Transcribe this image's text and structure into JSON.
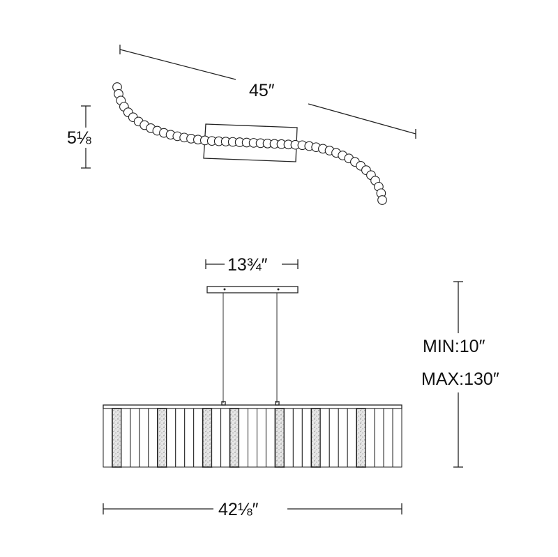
{
  "top_view": {
    "length_label": "45″",
    "height_label": "5⅛",
    "bead_count": 46
  },
  "side_view": {
    "canopy_label": "13¾″",
    "min_label": "MIN:10″",
    "max_label": "MAX:130″",
    "width_label": "42⅛″",
    "slat_count": 33,
    "textured_slats": [
      1,
      6,
      11,
      14,
      19,
      23,
      28
    ]
  },
  "colors": {
    "line": "#222222",
    "texture": "#bbbbbb"
  }
}
